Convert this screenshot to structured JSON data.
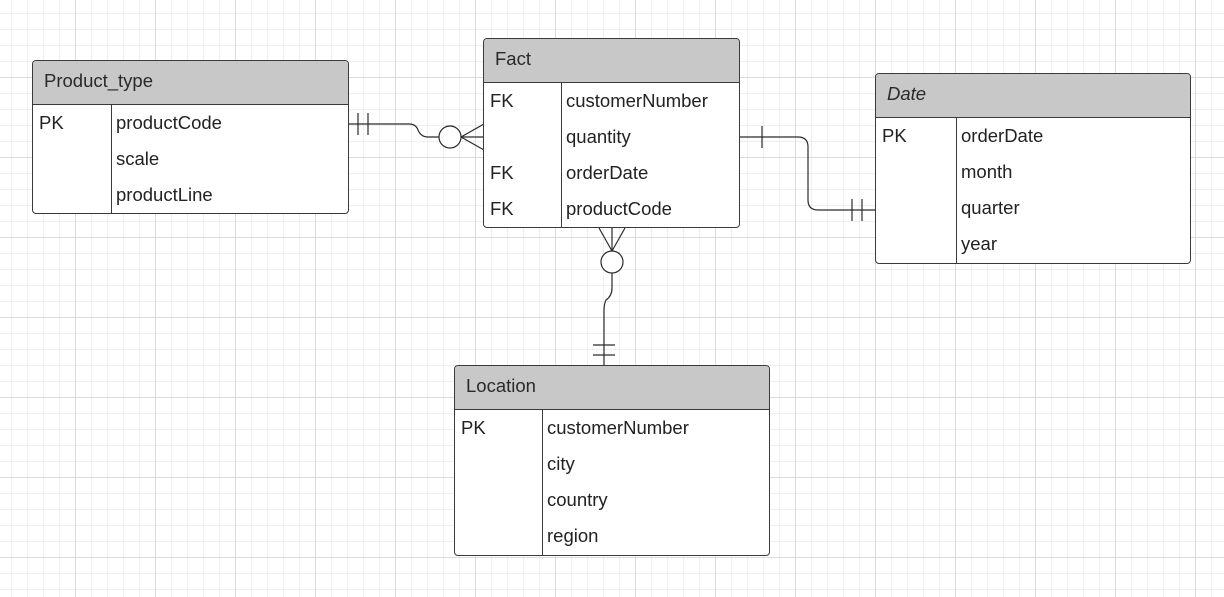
{
  "entities": {
    "product_type": {
      "title": "Product_type",
      "attributes": [
        {
          "key": "PK",
          "name": "productCode"
        },
        {
          "key": "",
          "name": "scale"
        },
        {
          "key": "",
          "name": "productLine"
        }
      ]
    },
    "fact": {
      "title": "Fact",
      "attributes": [
        {
          "key": "FK",
          "name": "customerNumber"
        },
        {
          "key": "",
          "name": "quantity"
        },
        {
          "key": "FK",
          "name": "orderDate"
        },
        {
          "key": "FK",
          "name": "productCode"
        }
      ]
    },
    "date": {
      "title": "Date",
      "attributes": [
        {
          "key": "PK",
          "name": "orderDate"
        },
        {
          "key": "",
          "name": "month"
        },
        {
          "key": "",
          "name": "quarter"
        },
        {
          "key": "",
          "name": "year"
        }
      ]
    },
    "location": {
      "title": "Location",
      "attributes": [
        {
          "key": "PK",
          "name": "customerNumber"
        },
        {
          "key": "",
          "name": "city"
        },
        {
          "key": "",
          "name": "country"
        },
        {
          "key": "",
          "name": "region"
        }
      ]
    }
  },
  "relationships": [
    {
      "from": "Product_type",
      "from_cardinality": "one-and-only-one",
      "to": "Fact",
      "to_cardinality": "zero-or-many"
    },
    {
      "from": "Fact",
      "from_cardinality": "one",
      "to": "Date",
      "to_cardinality": "one-and-only-one"
    },
    {
      "from": "Location",
      "from_cardinality": "one-and-only-one",
      "to": "Fact",
      "to_cardinality": "zero-or-many"
    }
  ],
  "colors": {
    "header_fill": "#c8c8c8",
    "border": "#3a3a3a",
    "grid_major": "#dcdcdc",
    "grid_minor": "#efefef",
    "background": "#ffffff"
  }
}
